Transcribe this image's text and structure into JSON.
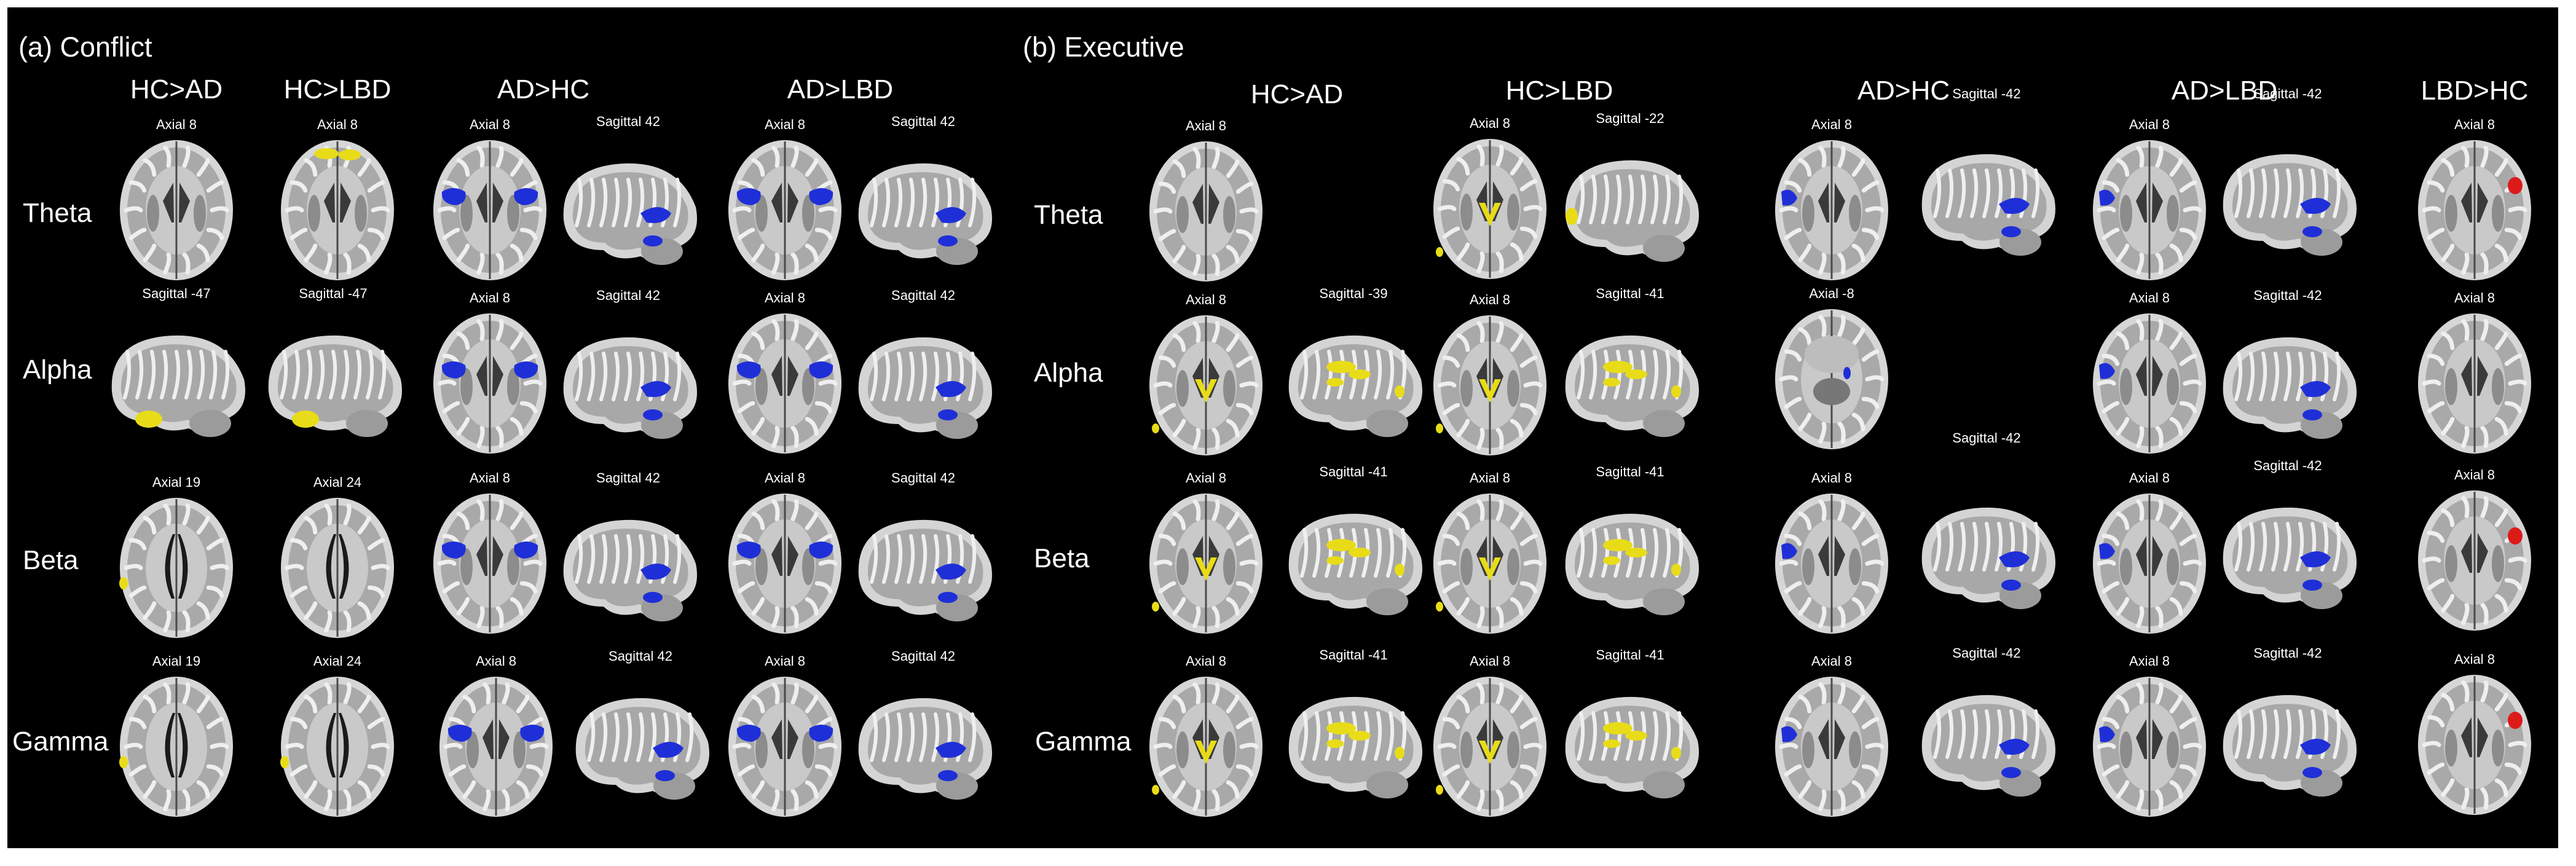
{
  "colors": {
    "background": "#000000",
    "yellow": "#e8dc18",
    "blue": "#1f2fd8",
    "red": "#dd1a1a",
    "text": "#ffffff"
  },
  "panels": {
    "a": {
      "title": "(a) Conflict",
      "columns": [
        "HC>AD",
        "HC>LBD",
        "AD>HC",
        "AD>LBD"
      ],
      "rows": [
        "Theta",
        "Alpha",
        "Beta",
        "Gamma"
      ]
    },
    "b": {
      "title": "(b) Executive",
      "columns": [
        "HC>AD",
        "HC>LBD",
        "AD>HC",
        "AD>LBD",
        "LBD>HC"
      ],
      "rows": [
        "Theta",
        "Alpha",
        "Beta",
        "Gamma"
      ]
    }
  },
  "slices": [
    {
      "id": "a-theta-hcad-ax",
      "label": "Axial 8",
      "view": "axial",
      "color": "none"
    },
    {
      "id": "a-theta-hclbd-ax",
      "label": "Axial 8",
      "view": "axial",
      "color": "yellow",
      "blob": "frontal"
    },
    {
      "id": "a-theta-adhc-ax",
      "label": "Axial 8",
      "view": "axial",
      "color": "blue",
      "blob": "bilateral"
    },
    {
      "id": "a-theta-adhc-sag",
      "label": "Sagittal 42",
      "view": "sagittal",
      "color": "blue",
      "blob": "temporal"
    },
    {
      "id": "a-theta-adlbd-ax",
      "label": "Axial 8",
      "view": "axial",
      "color": "blue",
      "blob": "bilateral"
    },
    {
      "id": "a-theta-adlbd-sag",
      "label": "Sagittal 42",
      "view": "sagittal",
      "color": "blue",
      "blob": "temporal"
    },
    {
      "id": "a-alpha-hcad-sag",
      "label": "Sagittal -47",
      "view": "sagittal",
      "color": "yellow",
      "blob": "inferior"
    },
    {
      "id": "a-alpha-hclbd-sag",
      "label": "Sagittal -47",
      "view": "sagittal",
      "color": "yellow",
      "blob": "inferior"
    },
    {
      "id": "a-alpha-adhc-ax",
      "label": "Axial 8",
      "view": "axial",
      "color": "blue",
      "blob": "bilateral"
    },
    {
      "id": "a-alpha-adhc-sag",
      "label": "Sagittal 42",
      "view": "sagittal",
      "color": "blue",
      "blob": "temporal"
    },
    {
      "id": "a-alpha-adlbd-ax",
      "label": "Axial 8",
      "view": "axial",
      "color": "blue",
      "blob": "bilateral"
    },
    {
      "id": "a-alpha-adlbd-sag",
      "label": "Sagittal 42",
      "view": "sagittal",
      "color": "blue",
      "blob": "temporal"
    },
    {
      "id": "a-beta-hcad-ax",
      "label": "Axial 19",
      "view": "axial-vent",
      "color": "yellow",
      "blob": "edge"
    },
    {
      "id": "a-beta-hclbd-ax",
      "label": "Axial 24",
      "view": "axial-vent",
      "color": "none"
    },
    {
      "id": "a-beta-adhc-ax",
      "label": "Axial 8",
      "view": "axial",
      "color": "blue",
      "blob": "bilateral"
    },
    {
      "id": "a-beta-adhc-sag",
      "label": "Sagittal 42",
      "view": "sagittal",
      "color": "blue",
      "blob": "temporal"
    },
    {
      "id": "a-beta-adlbd-ax",
      "label": "Axial 8",
      "view": "axial",
      "color": "blue",
      "blob": "bilateral"
    },
    {
      "id": "a-beta-adlbd-sag",
      "label": "Sagittal 42",
      "view": "sagittal",
      "color": "blue",
      "blob": "temporal"
    },
    {
      "id": "a-gamma-hcad-ax",
      "label": "Axial 19",
      "view": "axial-vent",
      "color": "yellow",
      "blob": "edge"
    },
    {
      "id": "a-gamma-hclbd-ax",
      "label": "Axial 24",
      "view": "axial-vent",
      "color": "yellow",
      "blob": "edge"
    },
    {
      "id": "a-gamma-adhc-ax",
      "label": "Axial 8",
      "view": "axial",
      "color": "blue",
      "blob": "bilateral"
    },
    {
      "id": "a-gamma-adhc-sag",
      "label": "Sagittal 42",
      "view": "sagittal",
      "color": "blue",
      "blob": "temporal"
    },
    {
      "id": "a-gamma-adlbd-ax",
      "label": "Axial 8",
      "view": "axial",
      "color": "blue",
      "blob": "bilateral"
    },
    {
      "id": "a-gamma-adlbd-sag",
      "label": "Sagittal 42",
      "view": "sagittal",
      "color": "blue",
      "blob": "temporal"
    },
    {
      "id": "b-theta-hcad-ax",
      "label": "Axial 8",
      "view": "axial",
      "color": "none"
    },
    {
      "id": "b-theta-hclbd-ax",
      "label": "Axial 8",
      "view": "axial",
      "color": "yellow",
      "blob": "midline"
    },
    {
      "id": "b-theta-hclbd-sag",
      "label": "Sagittal -22",
      "view": "sagittal",
      "color": "yellow",
      "blob": "frontpole"
    },
    {
      "id": "b-theta-adhc-ax",
      "label": "Axial 8",
      "view": "axial",
      "color": "blue",
      "blob": "left"
    },
    {
      "id": "b-theta-adhc-sag",
      "label": "Sagittal -42",
      "view": "sagittal",
      "color": "blue",
      "blob": "temporal"
    },
    {
      "id": "b-theta-adlbd-ax",
      "label": "Axial 8",
      "view": "axial",
      "color": "blue",
      "blob": "left"
    },
    {
      "id": "b-theta-adlbd-sag",
      "label": "Sagittal -42",
      "view": "sagittal",
      "color": "blue",
      "blob": "temporal"
    },
    {
      "id": "b-theta-lbdhc-ax",
      "label": "Axial 8",
      "view": "axial",
      "color": "red",
      "blob": "right"
    },
    {
      "id": "b-alpha-hcad-ax",
      "label": "Axial 8",
      "view": "axial",
      "color": "yellow",
      "blob": "midline"
    },
    {
      "id": "b-alpha-hcad-sag",
      "label": "Sagittal -39",
      "view": "sagittal",
      "color": "yellow",
      "blob": "scatter"
    },
    {
      "id": "b-alpha-hclbd-ax",
      "label": "Axial 8",
      "view": "axial",
      "color": "yellow",
      "blob": "midline"
    },
    {
      "id": "b-alpha-hclbd-sag",
      "label": "Sagittal -41",
      "view": "sagittal",
      "color": "yellow",
      "blob": "scatter"
    },
    {
      "id": "b-alpha-adhc-ax",
      "label": "Axial -8",
      "view": "axial-low",
      "color": "blue",
      "blob": "small"
    },
    {
      "id": "b-alpha-adlbd-ax",
      "label": "Axial 8",
      "view": "axial",
      "color": "blue",
      "blob": "left"
    },
    {
      "id": "b-alpha-adlbd-sag",
      "label": "Sagittal -42",
      "view": "sagittal",
      "color": "blue",
      "blob": "temporal"
    },
    {
      "id": "b-alpha-lbdhc-ax",
      "label": "Axial 8",
      "view": "axial",
      "color": "none"
    },
    {
      "id": "b-beta-hcad-ax",
      "label": "Axial 8",
      "view": "axial",
      "color": "yellow",
      "blob": "midline"
    },
    {
      "id": "b-beta-hcad-sag",
      "label": "Sagittal -41",
      "view": "sagittal",
      "color": "yellow",
      "blob": "scatter"
    },
    {
      "id": "b-beta-hclbd-ax",
      "label": "Axial 8",
      "view": "axial",
      "color": "yellow",
      "blob": "midline"
    },
    {
      "id": "b-beta-hclbd-sag",
      "label": "Sagittal -41",
      "view": "sagittal",
      "color": "yellow",
      "blob": "scatter"
    },
    {
      "id": "b-beta-adhc-ax",
      "label": "Axial 8",
      "view": "axial",
      "color": "blue",
      "blob": "left"
    },
    {
      "id": "b-beta-adhc-sag",
      "label": "Sagittal -42",
      "view": "sagittal",
      "color": "blue",
      "blob": "temporal"
    },
    {
      "id": "b-beta-adlbd-ax",
      "label": "Axial 8",
      "view": "axial",
      "color": "blue",
      "blob": "left"
    },
    {
      "id": "b-beta-adlbd-sag",
      "label": "Sagittal -42",
      "view": "sagittal",
      "color": "blue",
      "blob": "temporal"
    },
    {
      "id": "b-beta-lbdhc-ax",
      "label": "Axial 8",
      "view": "axial",
      "color": "red",
      "blob": "right"
    },
    {
      "id": "b-gamma-hcad-ax",
      "label": "Axial 8",
      "view": "axial",
      "color": "yellow",
      "blob": "midline"
    },
    {
      "id": "b-gamma-hcad-sag",
      "label": "Sagittal -41",
      "view": "sagittal",
      "color": "yellow",
      "blob": "scatter"
    },
    {
      "id": "b-gamma-hclbd-ax",
      "label": "Axial 8",
      "view": "axial",
      "color": "yellow",
      "blob": "midline"
    },
    {
      "id": "b-gamma-hclbd-sag",
      "label": "Sagittal -41",
      "view": "sagittal",
      "color": "yellow",
      "blob": "scatter"
    },
    {
      "id": "b-gamma-adhc-ax",
      "label": "Axial 8",
      "view": "axial",
      "color": "blue",
      "blob": "left"
    },
    {
      "id": "b-gamma-adhc-sag",
      "label": "Sagittal -42",
      "view": "sagittal",
      "color": "blue",
      "blob": "temporal"
    },
    {
      "id": "b-gamma-adlbd-ax",
      "label": "Axial 8",
      "view": "axial",
      "color": "blue",
      "blob": "left"
    },
    {
      "id": "b-gamma-adlbd-sag",
      "label": "Sagittal -42",
      "view": "sagittal",
      "color": "blue",
      "blob": "temporal"
    },
    {
      "id": "b-gamma-lbdhc-ax",
      "label": "Axial 8",
      "view": "axial",
      "color": "red",
      "blob": "right"
    }
  ]
}
